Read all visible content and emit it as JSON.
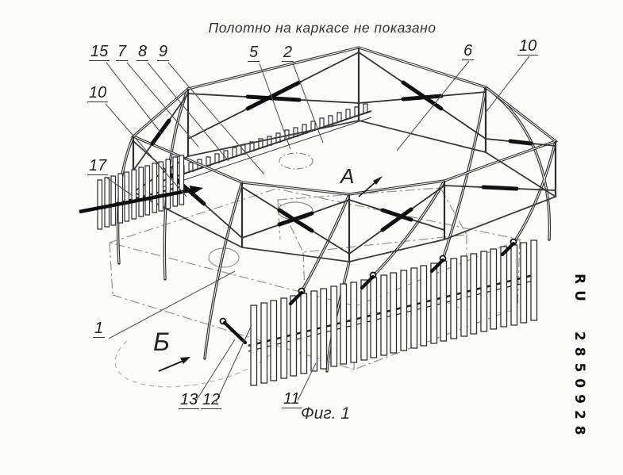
{
  "title": "Полотно на каркасе не показано",
  "figure_caption": "Фиг. 1",
  "patent_number": "RU 2850928",
  "views": {
    "a": "А",
    "b": "Б"
  },
  "callouts": {
    "n15": "15",
    "n7": "7",
    "n8": "8",
    "n9": "9",
    "n5": "5",
    "n2": "2",
    "n6": "6",
    "n10_top_right": "10",
    "n10_left": "10",
    "n17": "17",
    "n1": "1",
    "n13": "13",
    "n12": "12",
    "n11": "11"
  }
}
